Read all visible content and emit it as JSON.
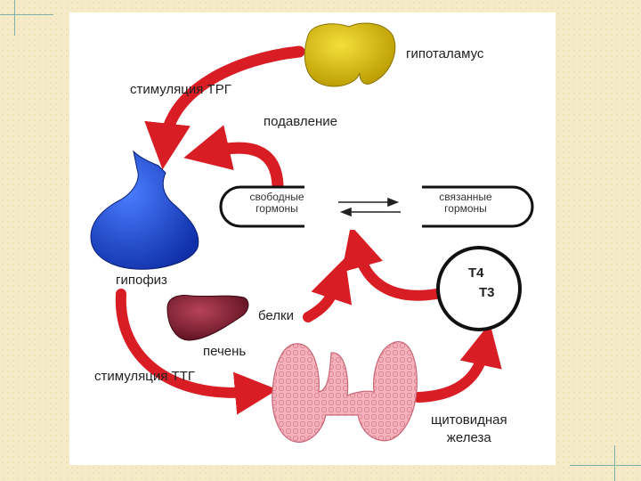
{
  "labels": {
    "hypothalamus": "гипоталамус",
    "trh_stimulation": "стимуляция ТРГ",
    "suppression": "подавление",
    "free_hormones_1": "свободные",
    "free_hormones_2": "гормоны",
    "bound_hormones_1": "связанные",
    "bound_hormones_2": "гормоны",
    "pituitary": "гипофиз",
    "t4": "T4",
    "t3": "T3",
    "proteins": "белки",
    "liver": "печень",
    "tsh_stimulation": "стимуляция ТТГ",
    "thyroid_1": "щитовидная",
    "thyroid_2": "железа"
  },
  "colors": {
    "arrow": "#d81d25",
    "hypothalamus": "#e0c200",
    "pituitary": "#1f4fd8",
    "liver": "#8a2233",
    "thyroid": "#f2a6b0",
    "background": "#f6ebc8"
  },
  "icons": [
    "hypothalamus-icon",
    "pituitary-icon",
    "liver-icon",
    "thyroid-icon"
  ]
}
